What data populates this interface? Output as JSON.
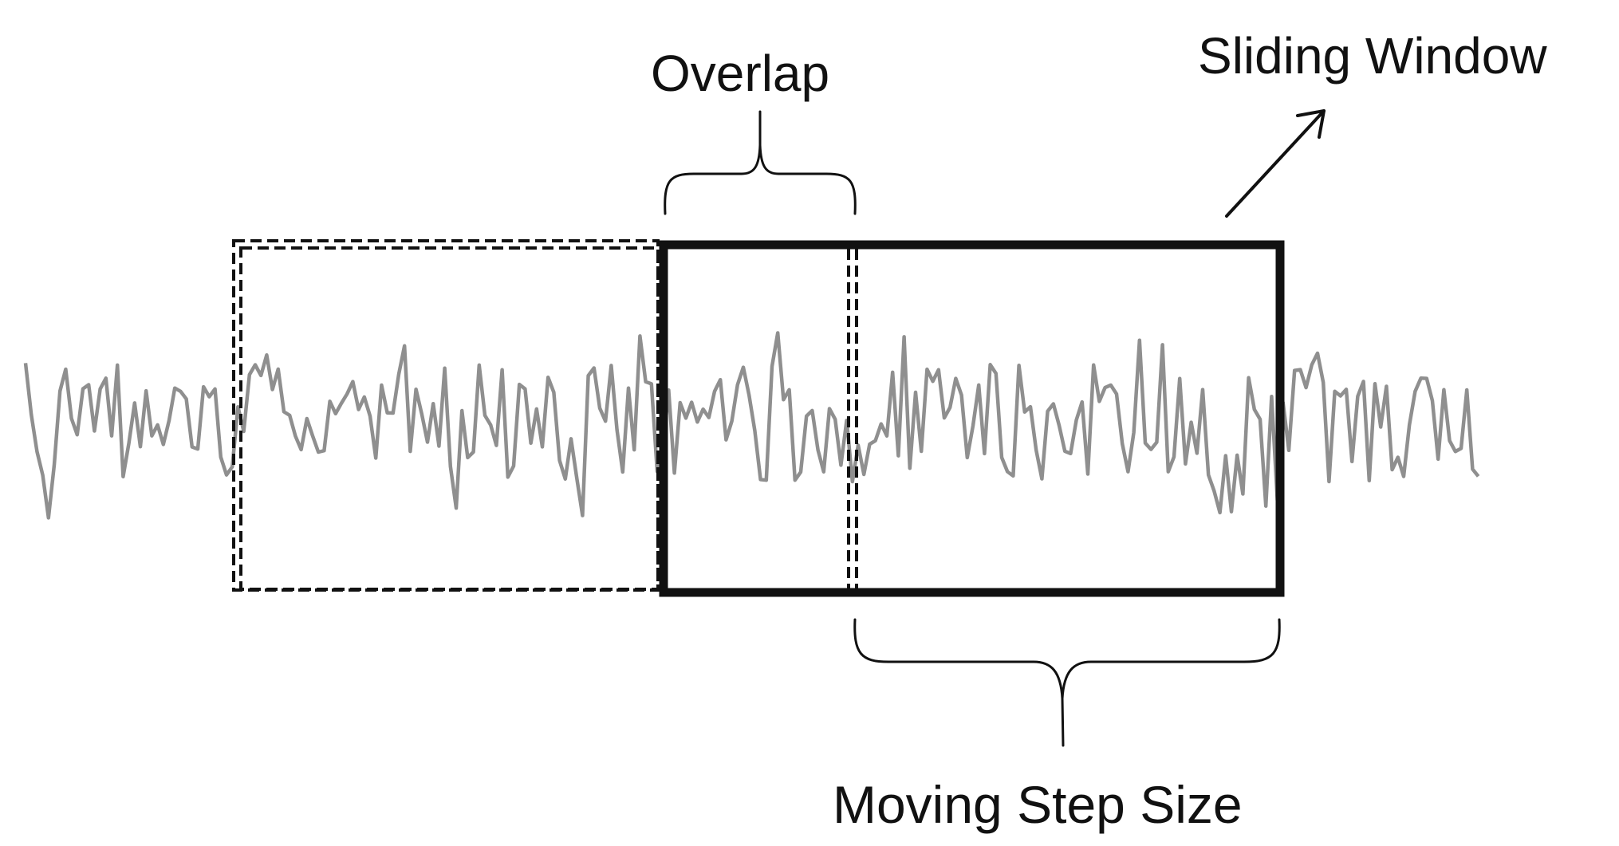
{
  "labels": {
    "overlap": "Overlap",
    "sliding_window": "Sliding Window",
    "moving_step_size": "Moving Step Size"
  },
  "colors": {
    "signal": "#8f8f8f",
    "outline": "#111111",
    "background": "#ffffff"
  }
}
